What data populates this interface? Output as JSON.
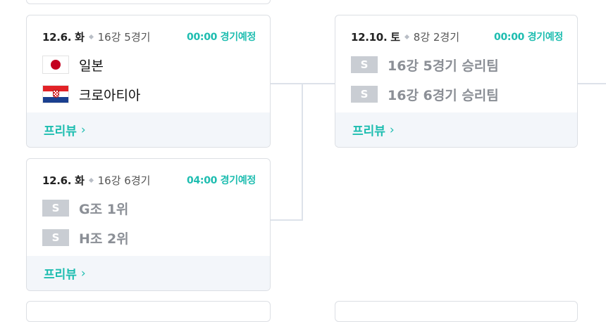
{
  "matches": [
    {
      "date": "12.6. 화",
      "round": "16강 5경기",
      "status": "00:00 경기예정",
      "teams": [
        {
          "name": "일본",
          "flag": "japan-flag-icon"
        },
        {
          "name": "크로아티아",
          "flag": "croatia-flag-icon"
        }
      ],
      "preview": "프리뷰"
    },
    {
      "date": "12.6. 화",
      "round": "16강 6경기",
      "status": "04:00 경기예정",
      "teams": [
        {
          "name": "G조 1위",
          "badge": "S"
        },
        {
          "name": "H조 2위",
          "badge": "S"
        }
      ],
      "preview": "프리뷰"
    },
    {
      "date": "12.10. 토",
      "round": "8강 2경기",
      "status": "00:00 경기예정",
      "teams": [
        {
          "name": "16강 5경기 승리팀",
          "badge": "S"
        },
        {
          "name": "16강 6경기 승리팀",
          "badge": "S"
        }
      ],
      "preview": "프리뷰"
    }
  ],
  "colors": {
    "accent": "#1ebdb0",
    "footer_bg": "#f3f6fa",
    "connector": "#dde2ea",
    "badge_bg": "#c9cdd3"
  }
}
